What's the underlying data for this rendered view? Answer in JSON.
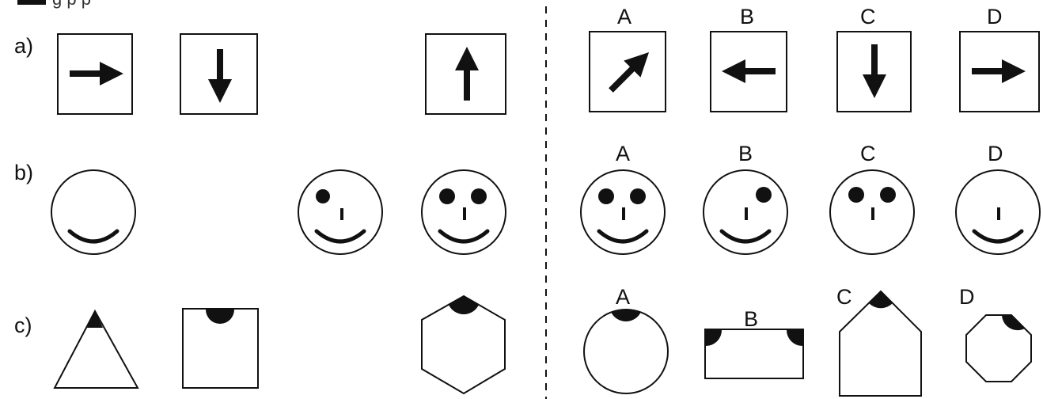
{
  "header": {
    "text": "g  p  p"
  },
  "rows": [
    {
      "label": "a)"
    },
    {
      "label": "b)"
    },
    {
      "label": "c)"
    }
  ],
  "options": [
    "A",
    "B",
    "C",
    "D"
  ],
  "colors": {
    "ink": "#111111",
    "background": "#ffffff"
  }
}
